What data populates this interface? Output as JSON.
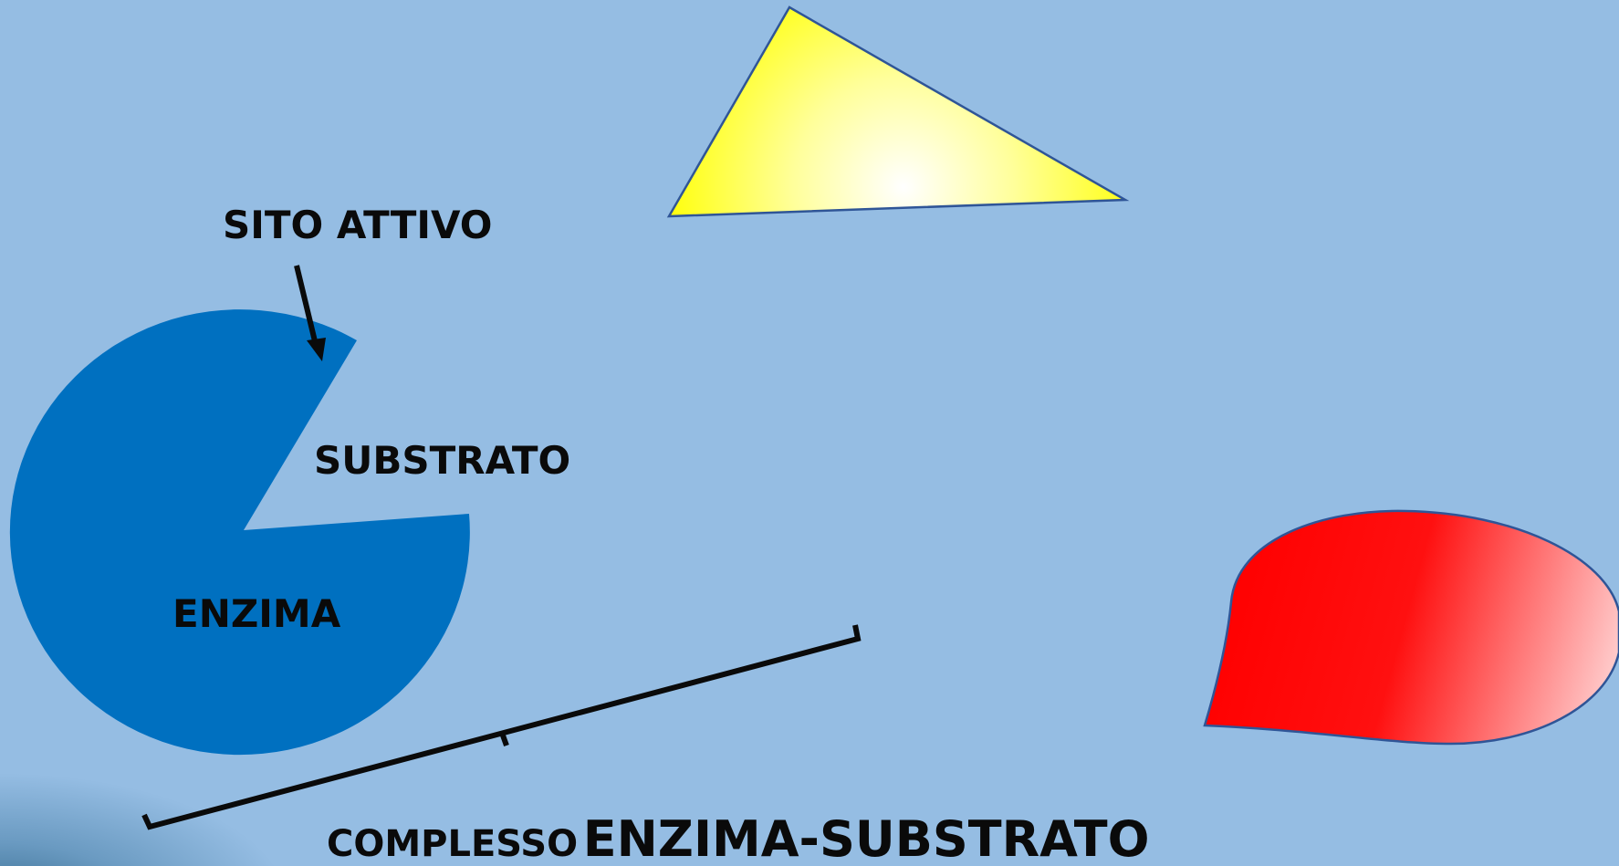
{
  "labels": {
    "active_site": "SITO ATTIVO",
    "substrate": "SUBSTRATO",
    "enzyme": "ENZIMA"
  },
  "caption": {
    "small": "COMPLESSO",
    "large": "ENZIMA-SUBSTRATO"
  },
  "colors": {
    "background": "#95bde3",
    "enzyme_fill": "#0070c0",
    "substrate_fill": "#ffff00",
    "red_shape_fill": "#ff0000",
    "outline": "#2f5597",
    "text": "#0a0a0a"
  }
}
